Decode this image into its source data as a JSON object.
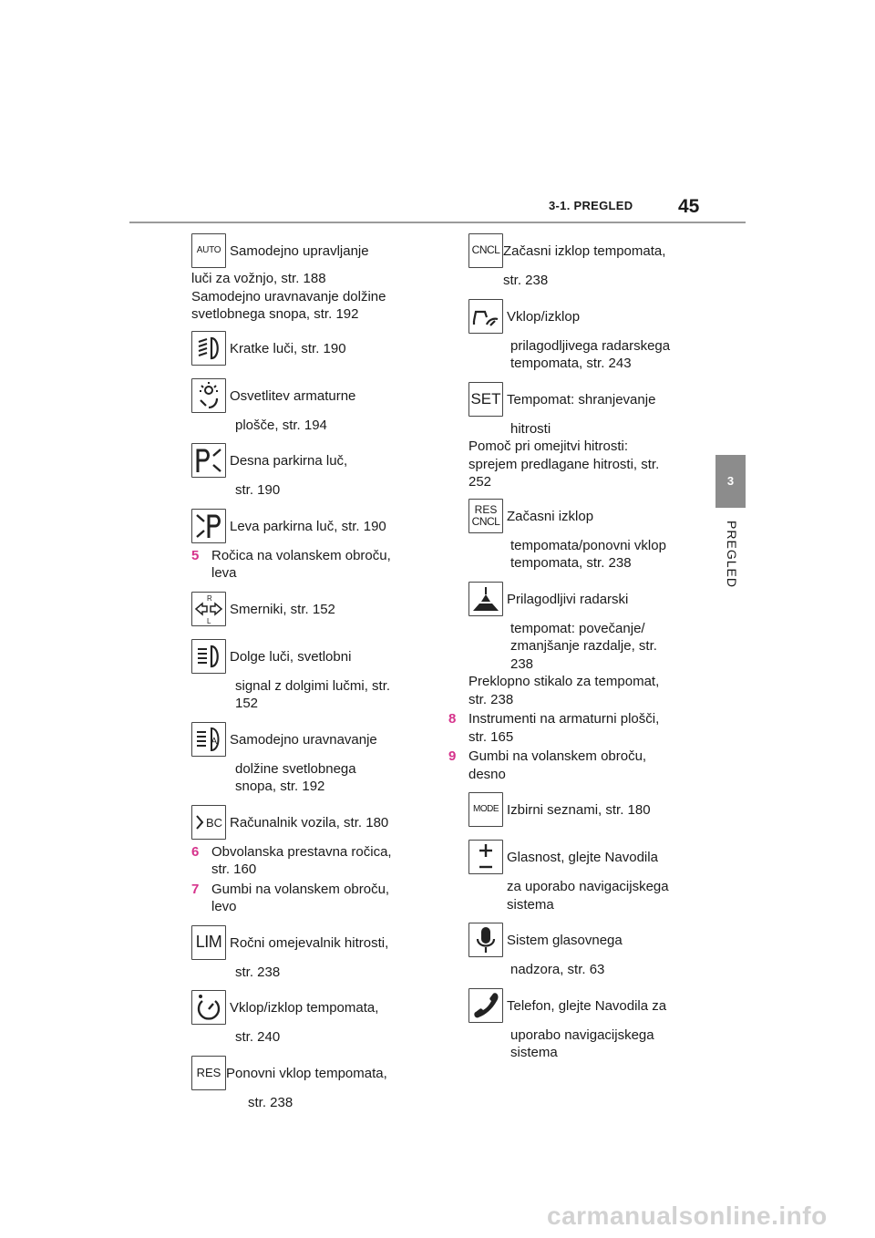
{
  "header": {
    "section": "3-1. PREGLED",
    "page_number": "45"
  },
  "side_tab": {
    "number": "3",
    "label": "PREGLED"
  },
  "left": {
    "auto": {
      "icon_text": "AUTO",
      "label": "Samodejno upravljanje",
      "cont": "luči za vožnjo, str. 188"
    },
    "auto_extra": "Samodejno uravnavanje dolžine svetlobnega snopa, str. 192",
    "low_beam": {
      "label": "Kratke luči, str. 190"
    },
    "panel_light": {
      "label": "Osvetlitev armaturne",
      "cont": "plošče, str. 194"
    },
    "right_parking": {
      "label": "Desna parkirna luč,",
      "cont": "str. 190"
    },
    "left_parking": {
      "label": "Leva parkirna luč, str. 190"
    },
    "item5": {
      "num": "5",
      "text": "Ročica na volanskem obroču, leva"
    },
    "turn": {
      "label": "Smerniki, str. 152"
    },
    "high_beam": {
      "label": "Dolge luči, svetlobni",
      "cont": "signal z dolgimi lučmi, str. 152"
    },
    "auto_level": {
      "label": "Samodejno uravnavanje",
      "cont": "dolžine svetlobnega snopa, str. 192"
    },
    "bc": {
      "icon_text": "BC",
      "label": "Računalnik vozila, str. 180"
    },
    "item6": {
      "num": "6",
      "text": "Obvolanska prestavna ročica, str. 160"
    },
    "item7": {
      "num": "7",
      "text": "Gumbi na volanskem obroču, levo"
    },
    "lim": {
      "icon_text": "LIM",
      "label": "Ročni omejevalnik hitrosti,",
      "cont": "str. 238"
    },
    "cruise_onoff": {
      "label": "Vklop/izklop tempomata,",
      "cont": "str. 240"
    },
    "res": {
      "icon_text": "RES",
      "label": "Ponovni vklop tempomata,",
      "cont": "str. 238"
    }
  },
  "right": {
    "cncl": {
      "icon_text": "CNCL",
      "label": "Začasni izklop tempomata,",
      "cont": "str. 238"
    },
    "acc_onoff": {
      "label": "Vklop/izklop",
      "cont": "prilagodljivega radarskega tempomata, str. 243"
    },
    "set": {
      "icon_text": "SET",
      "label": "Tempomat: shranjevanje",
      "cont": "hitrosti"
    },
    "set_extra": "Pomoč pri omejitvi hitrosti: sprejem predlagane hitrosti, str. 252",
    "res_cncl": {
      "icon_text_1": "RES",
      "icon_text_2": "CNCL",
      "label": "Začasni izklop",
      "cont": "tempomata/ponovni vklop tempomata, str. 238"
    },
    "distance": {
      "label": "Prilagodljivi radarski",
      "cont": "tempomat: povečanje/ zmanjšanje razdalje, str. 238"
    },
    "distance_extra": "Preklopno stikalo za tempomat, str. 238",
    "item8": {
      "num": "8",
      "text": "Instrumenti na armaturni plošči, str. 165"
    },
    "item9": {
      "num": "9",
      "text": "Gumbi na volanskem obroču, desno"
    },
    "mode": {
      "icon_text": "MODE",
      "label": "Izbirni seznami, str. 180"
    },
    "volume": {
      "label": "Glasnost, glejte Navodila",
      "cont": "za uporabo navigacijskega sistema"
    },
    "voice": {
      "label": "Sistem glasovnega",
      "cont": "nadzora, str. 63"
    },
    "phone": {
      "label": "Telefon, glejte Navodila za",
      "cont": "uporabo navigacijskega sistema"
    }
  },
  "watermark": "carmanualsonline.info"
}
